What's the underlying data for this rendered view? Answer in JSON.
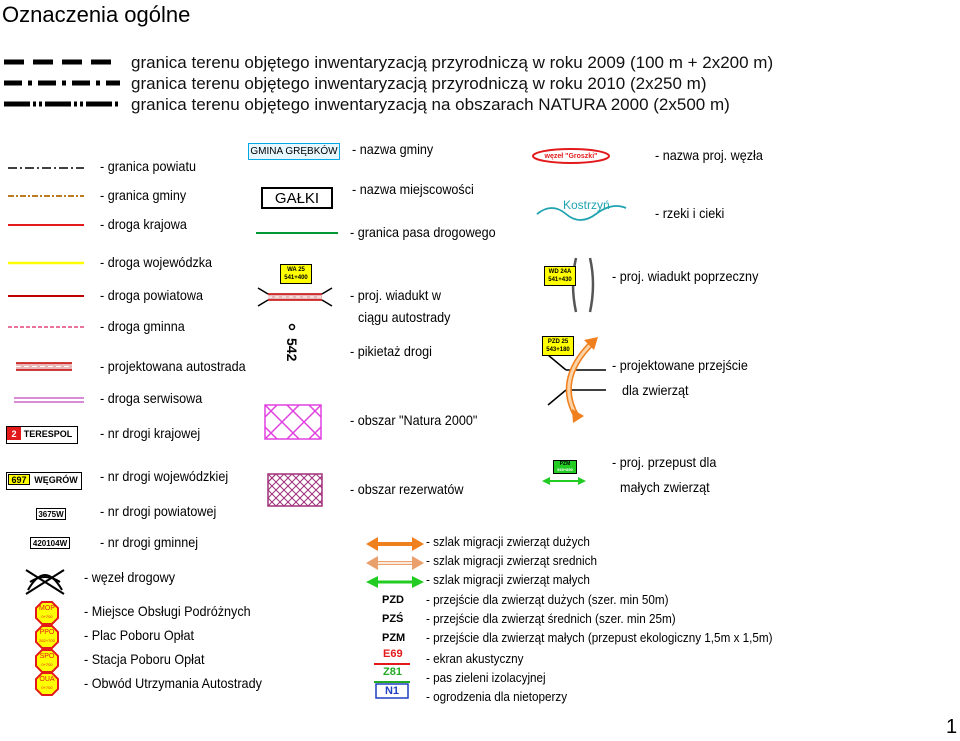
{
  "title": "Oznaczenia ogólne",
  "page_number": "1",
  "survey_lines": [
    "granica terenu objętego inwentaryzacją przyrodniczą w roku 2009 (100 m + 2x200 m)",
    "granica terenu objętego inwentaryzacją przyrodniczą w roku 2010 (2x250 m)",
    "granica terenu objętego inwentaryzacją na obszarach NATURA 2000 (2x500 m)"
  ],
  "col1": {
    "granica_powiatu": "- granica powiatu",
    "granica_gminy": "- granica gminy",
    "droga_krajowa": "- droga krajowa",
    "droga_wojewodzka": "- droga wojewódzka",
    "droga_powiatowa": "- droga powiatowa",
    "droga_gminna": "- droga gminna",
    "projektowana_autostrada": "- projektowana autostrada",
    "droga_serwisowa": "- droga serwisowa",
    "nr_drogi_krajowej": "- nr drogi krajowej",
    "nr_drogi_wojewodzkiej": "- nr drogi wojewódzkiej",
    "nr_drogi_powiatowej": "- nr drogi powiatowej",
    "nr_drogi_gminnej": "- nr drogi gminnej",
    "wezel_drogowy": "- węzeł drogowy",
    "mop": "- Miejsce Obsługi Podróżnych",
    "ppo": "- Plac Poboru Opłat",
    "spo": "- Stacja Poboru Opłat",
    "oua": "- Obwód Utrzymania Autostrady"
  },
  "badges": {
    "krajowa_num": "2",
    "krajowa_name": "TERESPOL",
    "woj_num": "697",
    "woj_name": "WĘGRÓW",
    "powiat": "3675W",
    "gmina": "420104W",
    "mop": "MOP",
    "mop_km": "0+700",
    "ppo": "PPO",
    "ppo_km": "262+700",
    "spo": "SPO",
    "spo_km": "0+700",
    "oua": "OUA",
    "oua_km": "0+700"
  },
  "col2": {
    "gmina_box": "GMINA GRĘBKÓW",
    "nazwa_gminy": "- nazwa gminy",
    "miejscowosc_box": "GAŁKI",
    "nazwa_miejscowosci": "- nazwa miejscowości",
    "granica_pasa": "- granica pasa drogowego",
    "wa_box_1": "WA 25",
    "wa_box_2": "541+400",
    "wiadukt_1": "- proj. wiadukt w",
    "wiadukt_2": "ciągu autostrady",
    "pikietaz_num": "542",
    "pikietaz": "- pikietaż drogi",
    "natura": "- obszar \"Natura 2000\"",
    "rezerwat": "- obszar rezerwatów"
  },
  "col3": {
    "wezel_name": "węzeł \"Groszki\"",
    "nazwa_wezla": "- nazwa proj. węzła",
    "rzeka_name": "Kostrzyń",
    "rzeki": "- rzeki i cieki",
    "wd_box_1": "WD 24A",
    "wd_box_2": "541+430",
    "wiadukt_poprzeczny": "- proj. wiadukt poprzeczny",
    "pzd_box_1": "PZD 25",
    "pzd_box_2": "543+180",
    "przejscie_1": "- projektowane przejście",
    "przejscie_2": "dla zwierząt",
    "pzm_box_1": "PZM",
    "pzm_box_2": "535+850",
    "przepust_1": "- proj. przepust dla",
    "przepust_2": "małych zwierząt"
  },
  "migration": {
    "duzych": "- szlak migracji zwierząt dużych",
    "srednich": "- szlak migracji zwierząt srednich",
    "malych": "- szlak migracji zwierząt małych",
    "pzd": "PZD",
    "pzd_desc": "- przejście dla zwierząt dużych (szer. min 50m)",
    "pzs": "PZŚ",
    "pzs_desc": "- przejście dla zwierząt średnich (szer. min 25m)",
    "pzm": "PZM",
    "pzm_desc": "- przejście dla zwierząt małych (przepust ekologiczny 1,5m x 1,5m)",
    "e69": "E69",
    "ekran": "- ekran akustyczny",
    "z81": "Z81",
    "pas_zieleni": "- pas zieleni izolacyjnej",
    "n1": "N1",
    "ogrodzenia": "- ogrodzenia dla nietoperzy"
  },
  "colors": {
    "krajowa": "#e31a1c",
    "wojewodzka": "#ffff00",
    "powiatowa": "#c00000",
    "gminna": "#e0457b",
    "serwisowa": "#cc66cc",
    "natura": "#e040e0",
    "rezerwat": "#a0307a",
    "gminy_line": "#b36b00",
    "pas": "#009933",
    "rzeka": "#1fa3b0",
    "duzych": "#f07f1e",
    "srednich": "#e9a06c",
    "malych": "#22cc22",
    "woj_box": "#ffff00",
    "ekran": "#e31a1c",
    "zielen": "#22aa22",
    "nietoperze": "#1f3fbf"
  }
}
